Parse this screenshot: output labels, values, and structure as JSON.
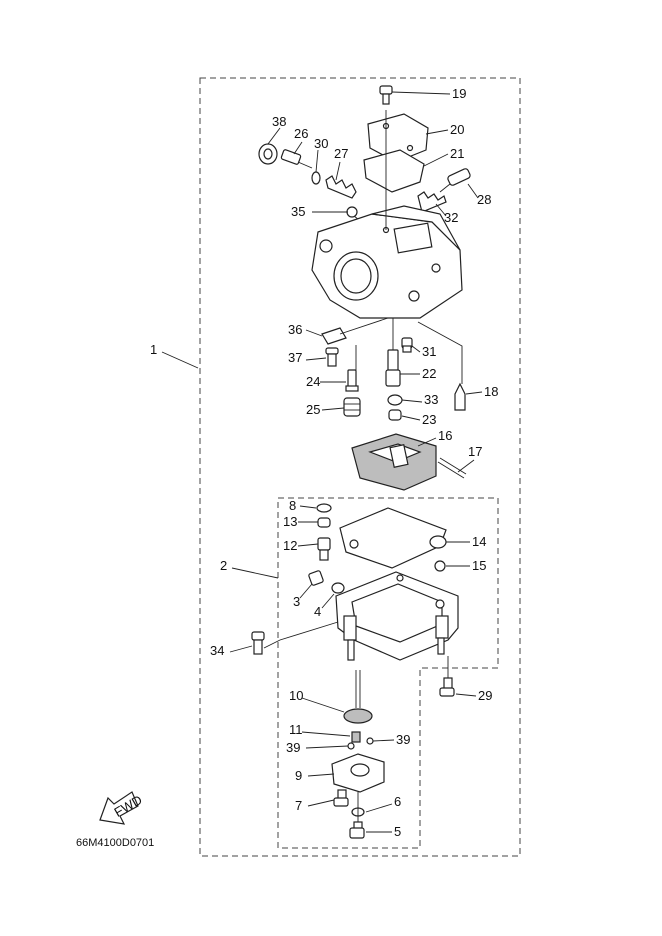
{
  "drawing_code": "66M4100D0701",
  "fwd_label": "FWD",
  "callouts": [
    "1",
    "2",
    "3",
    "4",
    "5",
    "6",
    "7",
    "8",
    "9",
    "10",
    "11",
    "12",
    "13",
    "14",
    "15",
    "16",
    "17",
    "18",
    "19",
    "20",
    "21",
    "22",
    "23",
    "24",
    "25",
    "26",
    "27",
    "28",
    "29",
    "30",
    "31",
    "32",
    "33",
    "34",
    "35",
    "36",
    "37",
    "38",
    "39",
    "39"
  ]
}
